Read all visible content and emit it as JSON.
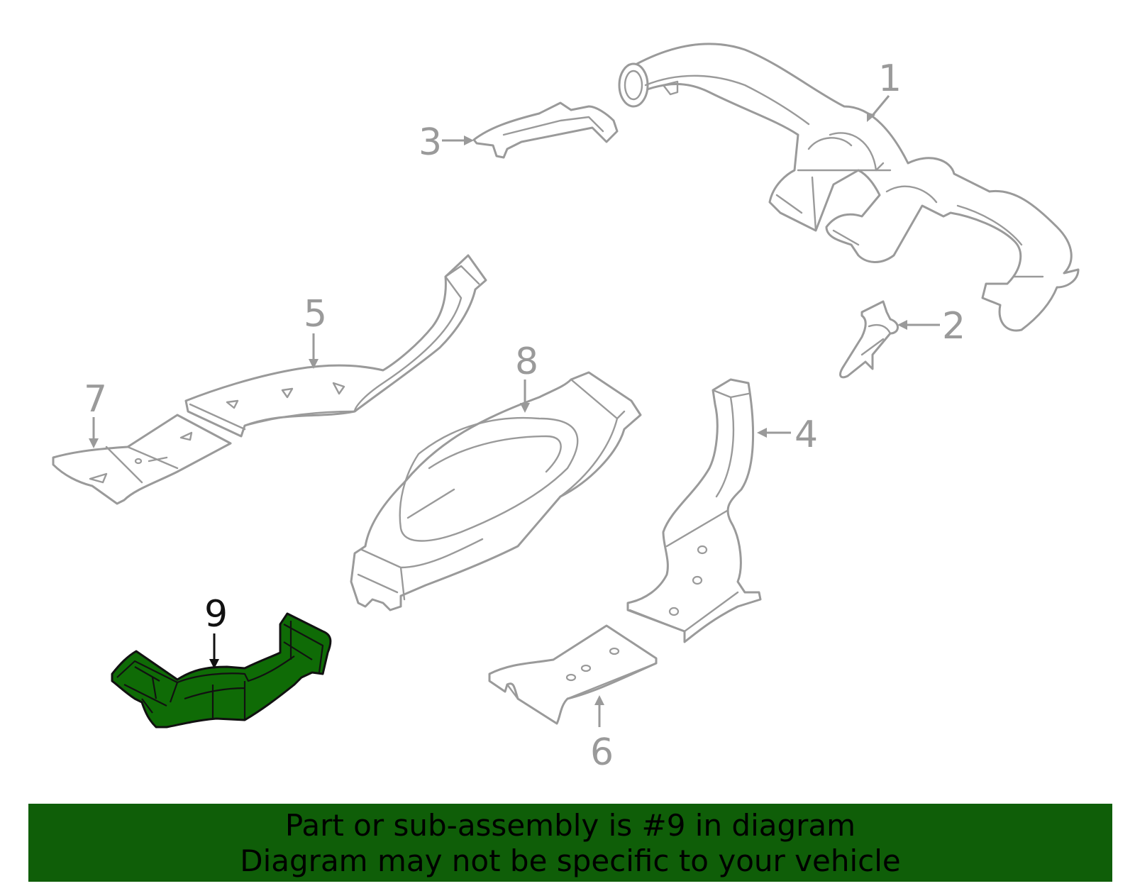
{
  "callouts": {
    "p1": "1",
    "p2": "2",
    "p3": "3",
    "p4": "4",
    "p5": "5",
    "p6": "6",
    "p7": "7",
    "p8": "8",
    "p9": "9"
  },
  "banner": {
    "line1": "Part or sub-assembly is #9 in diagram",
    "line2": "Diagram may not be specific to your vehicle"
  },
  "colors": {
    "highlight": "#0f6b06",
    "banner": "#0f5e08",
    "outline": "#9a9a9a"
  }
}
